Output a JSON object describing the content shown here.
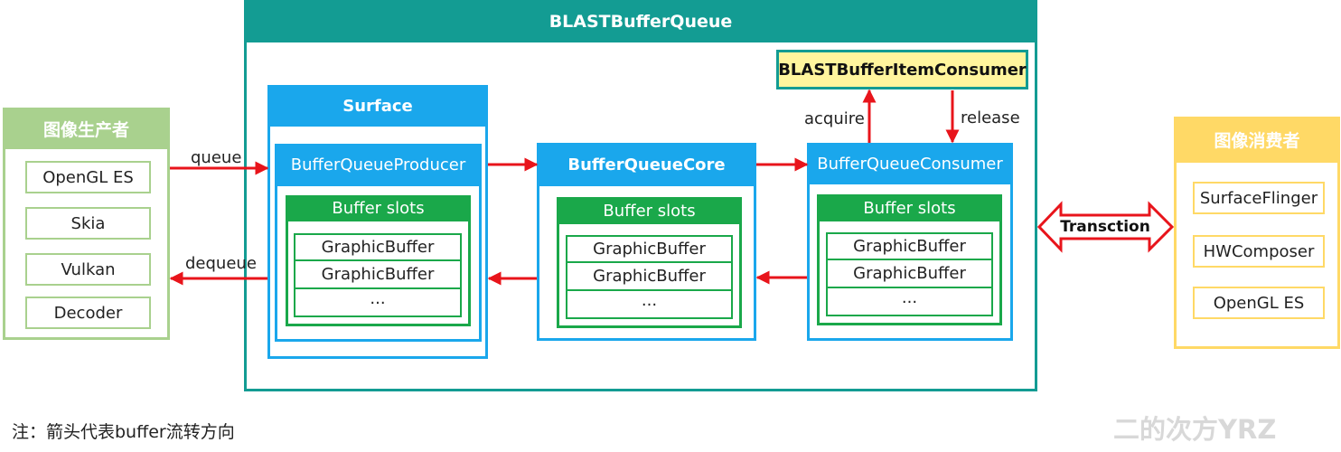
{
  "blast": {
    "title": "BLASTBufferQueue"
  },
  "producer_panel": {
    "title": "图像生产者",
    "items": [
      "OpenGL ES",
      "Skia",
      "Vulkan",
      "Decoder"
    ]
  },
  "consumer_panel": {
    "title": "图像消费者",
    "items": [
      "SurfaceFlinger",
      "HWComposer",
      "OpenGL ES"
    ]
  },
  "surface": {
    "title": "Surface",
    "producer_title": "BufferQueueProducer",
    "slots_title": "Buffer slots",
    "slots": [
      "GraphicBuffer",
      "GraphicBuffer",
      "..."
    ]
  },
  "core": {
    "title": "BufferQueueCore",
    "slots_title": "Buffer slots",
    "slots": [
      "GraphicBuffer",
      "GraphicBuffer",
      "..."
    ]
  },
  "consumer": {
    "title": "BufferQueueConsumer",
    "slots_title": "Buffer slots",
    "slots": [
      "GraphicBuffer",
      "GraphicBuffer",
      "..."
    ]
  },
  "item_consumer": {
    "title": "BLASTBufferItemConsumer"
  },
  "edges": {
    "queue": "queue",
    "dequeue": "dequeue",
    "acquire": "acquire",
    "release": "release",
    "transaction": "Transction"
  },
  "note": "注：箭头代表buffer流转方向",
  "watermark": "二的次方YRZ",
  "colors": {
    "teal": "#139c93",
    "blue": "#1aa7ec",
    "green": "#1aa84a",
    "light_green": "#a9d18e",
    "yellow": "#ffd966",
    "arrow_red": "#e8141b"
  }
}
